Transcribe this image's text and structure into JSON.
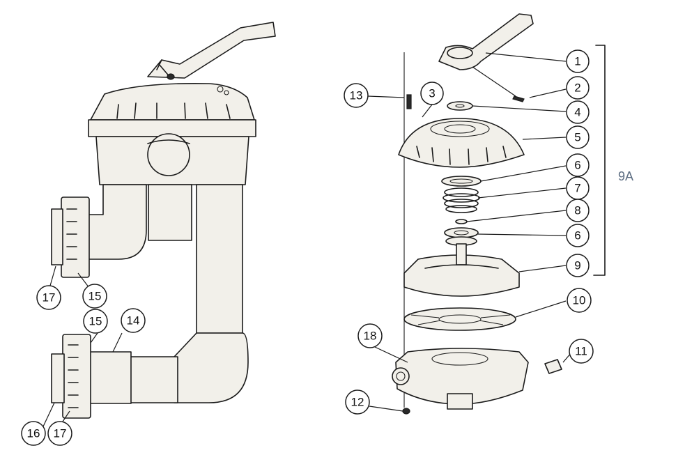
{
  "diagram": {
    "group_label": "9A",
    "group_label_color": "#5a6b80",
    "callouts": [
      {
        "id": "c1",
        "label": "1"
      },
      {
        "id": "c2",
        "label": "2"
      },
      {
        "id": "c3",
        "label": "3"
      },
      {
        "id": "c4",
        "label": "4"
      },
      {
        "id": "c5",
        "label": "5"
      },
      {
        "id": "c6a",
        "label": "6"
      },
      {
        "id": "c7",
        "label": "7"
      },
      {
        "id": "c8",
        "label": "8"
      },
      {
        "id": "c6b",
        "label": "6"
      },
      {
        "id": "c9",
        "label": "9"
      },
      {
        "id": "c10",
        "label": "10"
      },
      {
        "id": "c11",
        "label": "11"
      },
      {
        "id": "c12",
        "label": "12"
      },
      {
        "id": "c13",
        "label": "13"
      },
      {
        "id": "c14",
        "label": "14"
      },
      {
        "id": "c15a",
        "label": "15"
      },
      {
        "id": "c15b",
        "label": "15"
      },
      {
        "id": "c16",
        "label": "16"
      },
      {
        "id": "c17a",
        "label": "17"
      },
      {
        "id": "c17b",
        "label": "17"
      },
      {
        "id": "c18",
        "label": "18"
      }
    ]
  }
}
